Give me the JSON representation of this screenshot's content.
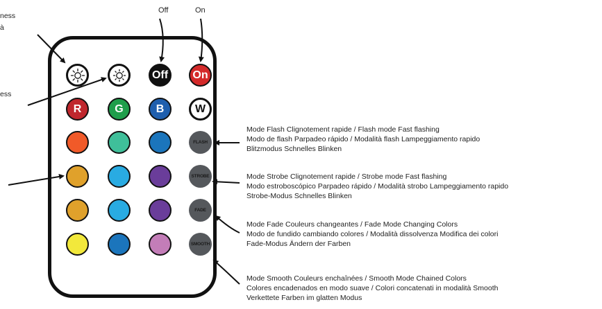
{
  "labels": {
    "off": "Off",
    "on": "On",
    "bright_top_1": "ness",
    "bright_top_2": "à",
    "bright_bottom": "ess"
  },
  "buttons": {
    "row1": [
      {
        "id": "brightness-up",
        "icon": "sun-icon",
        "text": ""
      },
      {
        "id": "brightness-down",
        "icon": "sun-dim-icon",
        "text": ""
      },
      {
        "id": "off",
        "text": "Off",
        "color": "#111111"
      },
      {
        "id": "on",
        "text": "On",
        "color": "#d42a2a"
      }
    ],
    "row2": [
      {
        "id": "red",
        "text": "R",
        "color": "#c0272d"
      },
      {
        "id": "green",
        "text": "G",
        "color": "#1f9e4b"
      },
      {
        "id": "blue",
        "text": "B",
        "color": "#1f5fae"
      },
      {
        "id": "white",
        "text": "W",
        "color": "#ffffff"
      }
    ],
    "colors": [
      [
        "#f15a29",
        "#3fbf9a",
        "#1b75bc"
      ],
      [
        "#e0a12b",
        "#29abe2",
        "#6a3d9a"
      ],
      [
        "#e0a12b",
        "#29abe2",
        "#6a3d9a"
      ],
      [
        "#f2e83b",
        "#1b75bc",
        "#c37db8"
      ]
    ],
    "modes": [
      "FLASH",
      "STROBE",
      "FADE",
      "SMOOTH"
    ]
  },
  "descriptions": {
    "flash": [
      "Mode Flash Clignotement rapide / Flash mode Fast flashing",
      "Modo de flash Parpadeo rápido / Modalità flash Lampeggiamento rapido",
      "Blitzmodus Schnelles Blinken"
    ],
    "strobe": [
      "Mode Strobe Clignotement rapide / Strobe mode Fast flashing",
      "Modo estroboscópico Parpadeo rápido / Modalità strobo Lampeggiamento rapido",
      "Strobe-Modus Schnelles Blinken"
    ],
    "fade": [
      "Mode Fade Couleurs changeantes / Fade Mode Changing Colors",
      "Modo de fundido cambiando colores / Modalità dissolvenza Modifica dei colori",
      "Fade-Modus Ändern der Farben"
    ],
    "smooth": [
      "Mode Smooth Couleurs enchaînées / Smooth Mode Chained Colors",
      "Colores encadenados en modo suave / Colori concatenati in modalità Smooth",
      "Verkettete Farben im glatten Modus"
    ]
  },
  "colors": {
    "mode_button": "#55585c",
    "outline": "#111111"
  }
}
